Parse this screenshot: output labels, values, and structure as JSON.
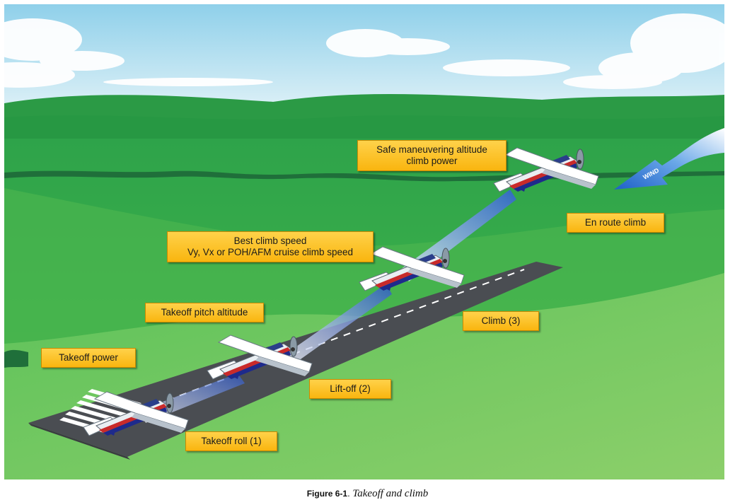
{
  "labels": {
    "safe_maneuvering": [
      "Safe maneuvering altitude",
      "climb power"
    ],
    "en_route_climb": "En route climb",
    "best_climb": [
      "Best climb speed",
      "Vy, Vx or POH/AFM cruise climb speed"
    ],
    "takeoff_pitch": "Takeoff pitch altitude",
    "climb": "Climb (3)",
    "takeoff_power": "Takeoff power",
    "lift_off": "Lift-off (2)",
    "takeoff_roll": "Takeoff roll (1)",
    "wind": "WIND"
  },
  "caption": {
    "figure": "Figure 6-1",
    "separator": ". ",
    "title": "Takeoff and climb"
  },
  "colors": {
    "label_fill": "#f9b50f",
    "sky": "#bfe3f2",
    "grass": "#3ab04a",
    "runway": "#4a4d52"
  }
}
